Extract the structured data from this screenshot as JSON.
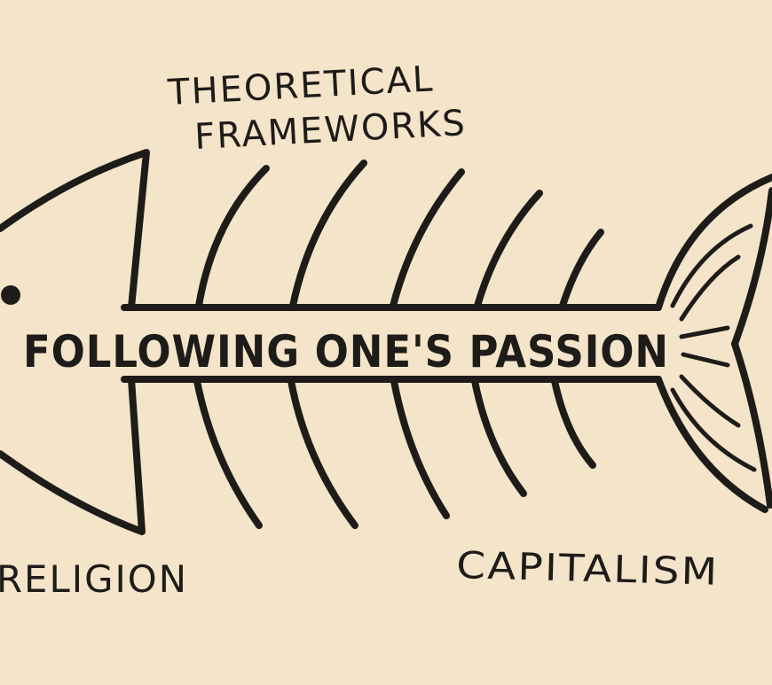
{
  "diagram": {
    "type": "fishbone",
    "spine_label": "FOLLOWING ONE'S PASSION",
    "labels": {
      "top_line1": "THEORETICAL",
      "top_line2": "FRAMEWORKS",
      "bottom_left": "RELIGION",
      "bottom_right": "CAPITALISM"
    },
    "colors": {
      "background": "#f4e4c9",
      "ink": "#1e1c19"
    }
  }
}
